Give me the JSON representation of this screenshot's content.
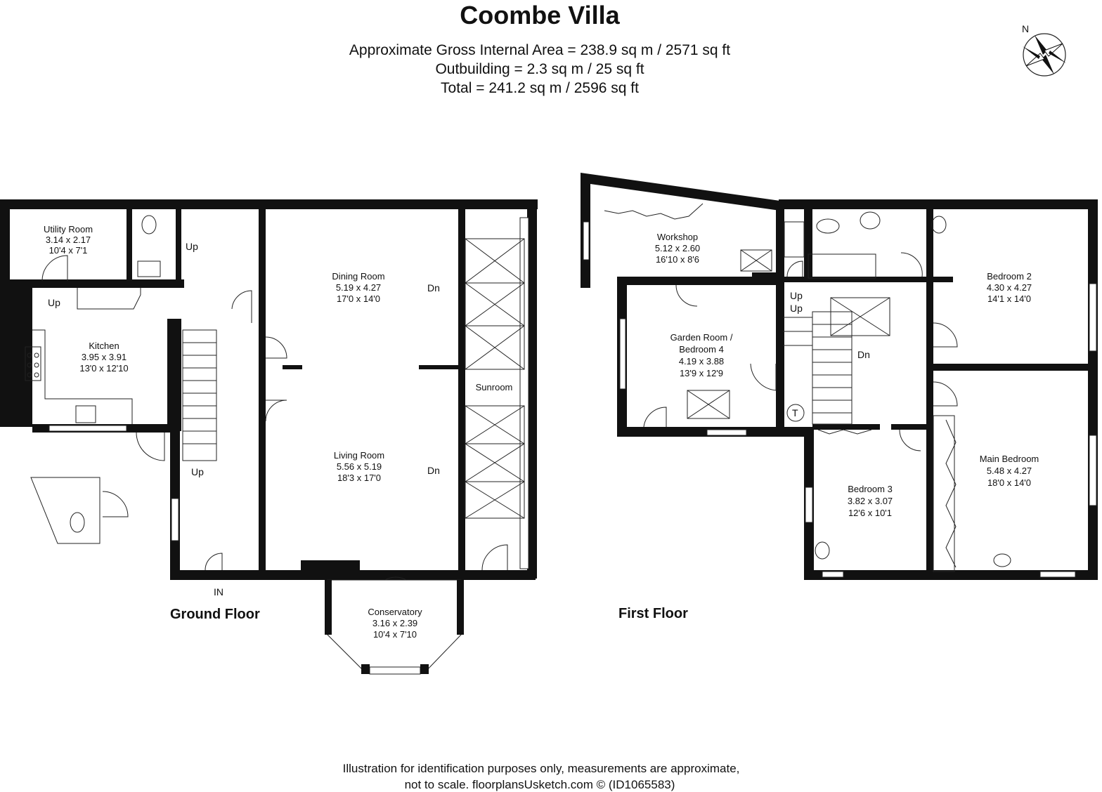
{
  "header": {
    "title": "Coombe Villa",
    "area_internal": "Approximate Gross Internal Area = 238.9 sq m / 2571 sq ft",
    "area_outbuilding": "Outbuilding = 2.3 sq m / 25 sq ft",
    "area_total": "Total = 241.2 sq m / 2596 sq ft"
  },
  "compass": {
    "label": "N"
  },
  "floors": {
    "ground": "Ground Floor",
    "first": "First Floor"
  },
  "rooms": {
    "utility": {
      "name": "Utility Room",
      "metric": "3.14 x 2.17",
      "imperial": "10'4 x 7'1"
    },
    "kitchen": {
      "name": "Kitchen",
      "metric": "3.95 x 3.91",
      "imperial": "13'0 x 12'10"
    },
    "dining": {
      "name": "Dining Room",
      "metric": "5.19 x 4.27",
      "imperial": "17'0 x 14'0"
    },
    "living": {
      "name": "Living Room",
      "metric": "5.56 x 5.19",
      "imperial": "18'3 x 17'0"
    },
    "sunroom": {
      "name": "Sunroom"
    },
    "conservatory": {
      "name": "Conservatory",
      "metric": "3.16 x 2.39",
      "imperial": "10'4 x 7'10"
    },
    "workshop": {
      "name": "Workshop",
      "metric": "5.12 x 2.60",
      "imperial": "16'10 x 8'6"
    },
    "garden": {
      "name_line1": "Garden Room /",
      "name_line2": "Bedroom 4",
      "metric": "4.19 x 3.88",
      "imperial": "13'9 x 12'9"
    },
    "bedroom2": {
      "name": "Bedroom 2",
      "metric": "4.30 x 4.27",
      "imperial": "14'1 x 14'0"
    },
    "bedroom3": {
      "name": "Bedroom 3",
      "metric": "3.82 x 3.07",
      "imperial": "12'6 x 10'1"
    },
    "main": {
      "name": "Main Bedroom",
      "metric": "5.48 x 4.27",
      "imperial": "18'0 x 14'0"
    }
  },
  "labels": {
    "up": "Up",
    "dn": "Dn",
    "in": "IN",
    "tank": "T"
  },
  "footer": {
    "line1": "Illustration for identification purposes only, measurements are approximate,",
    "line2": "not to scale. floorplansUsketch.com © (ID1065583)"
  }
}
